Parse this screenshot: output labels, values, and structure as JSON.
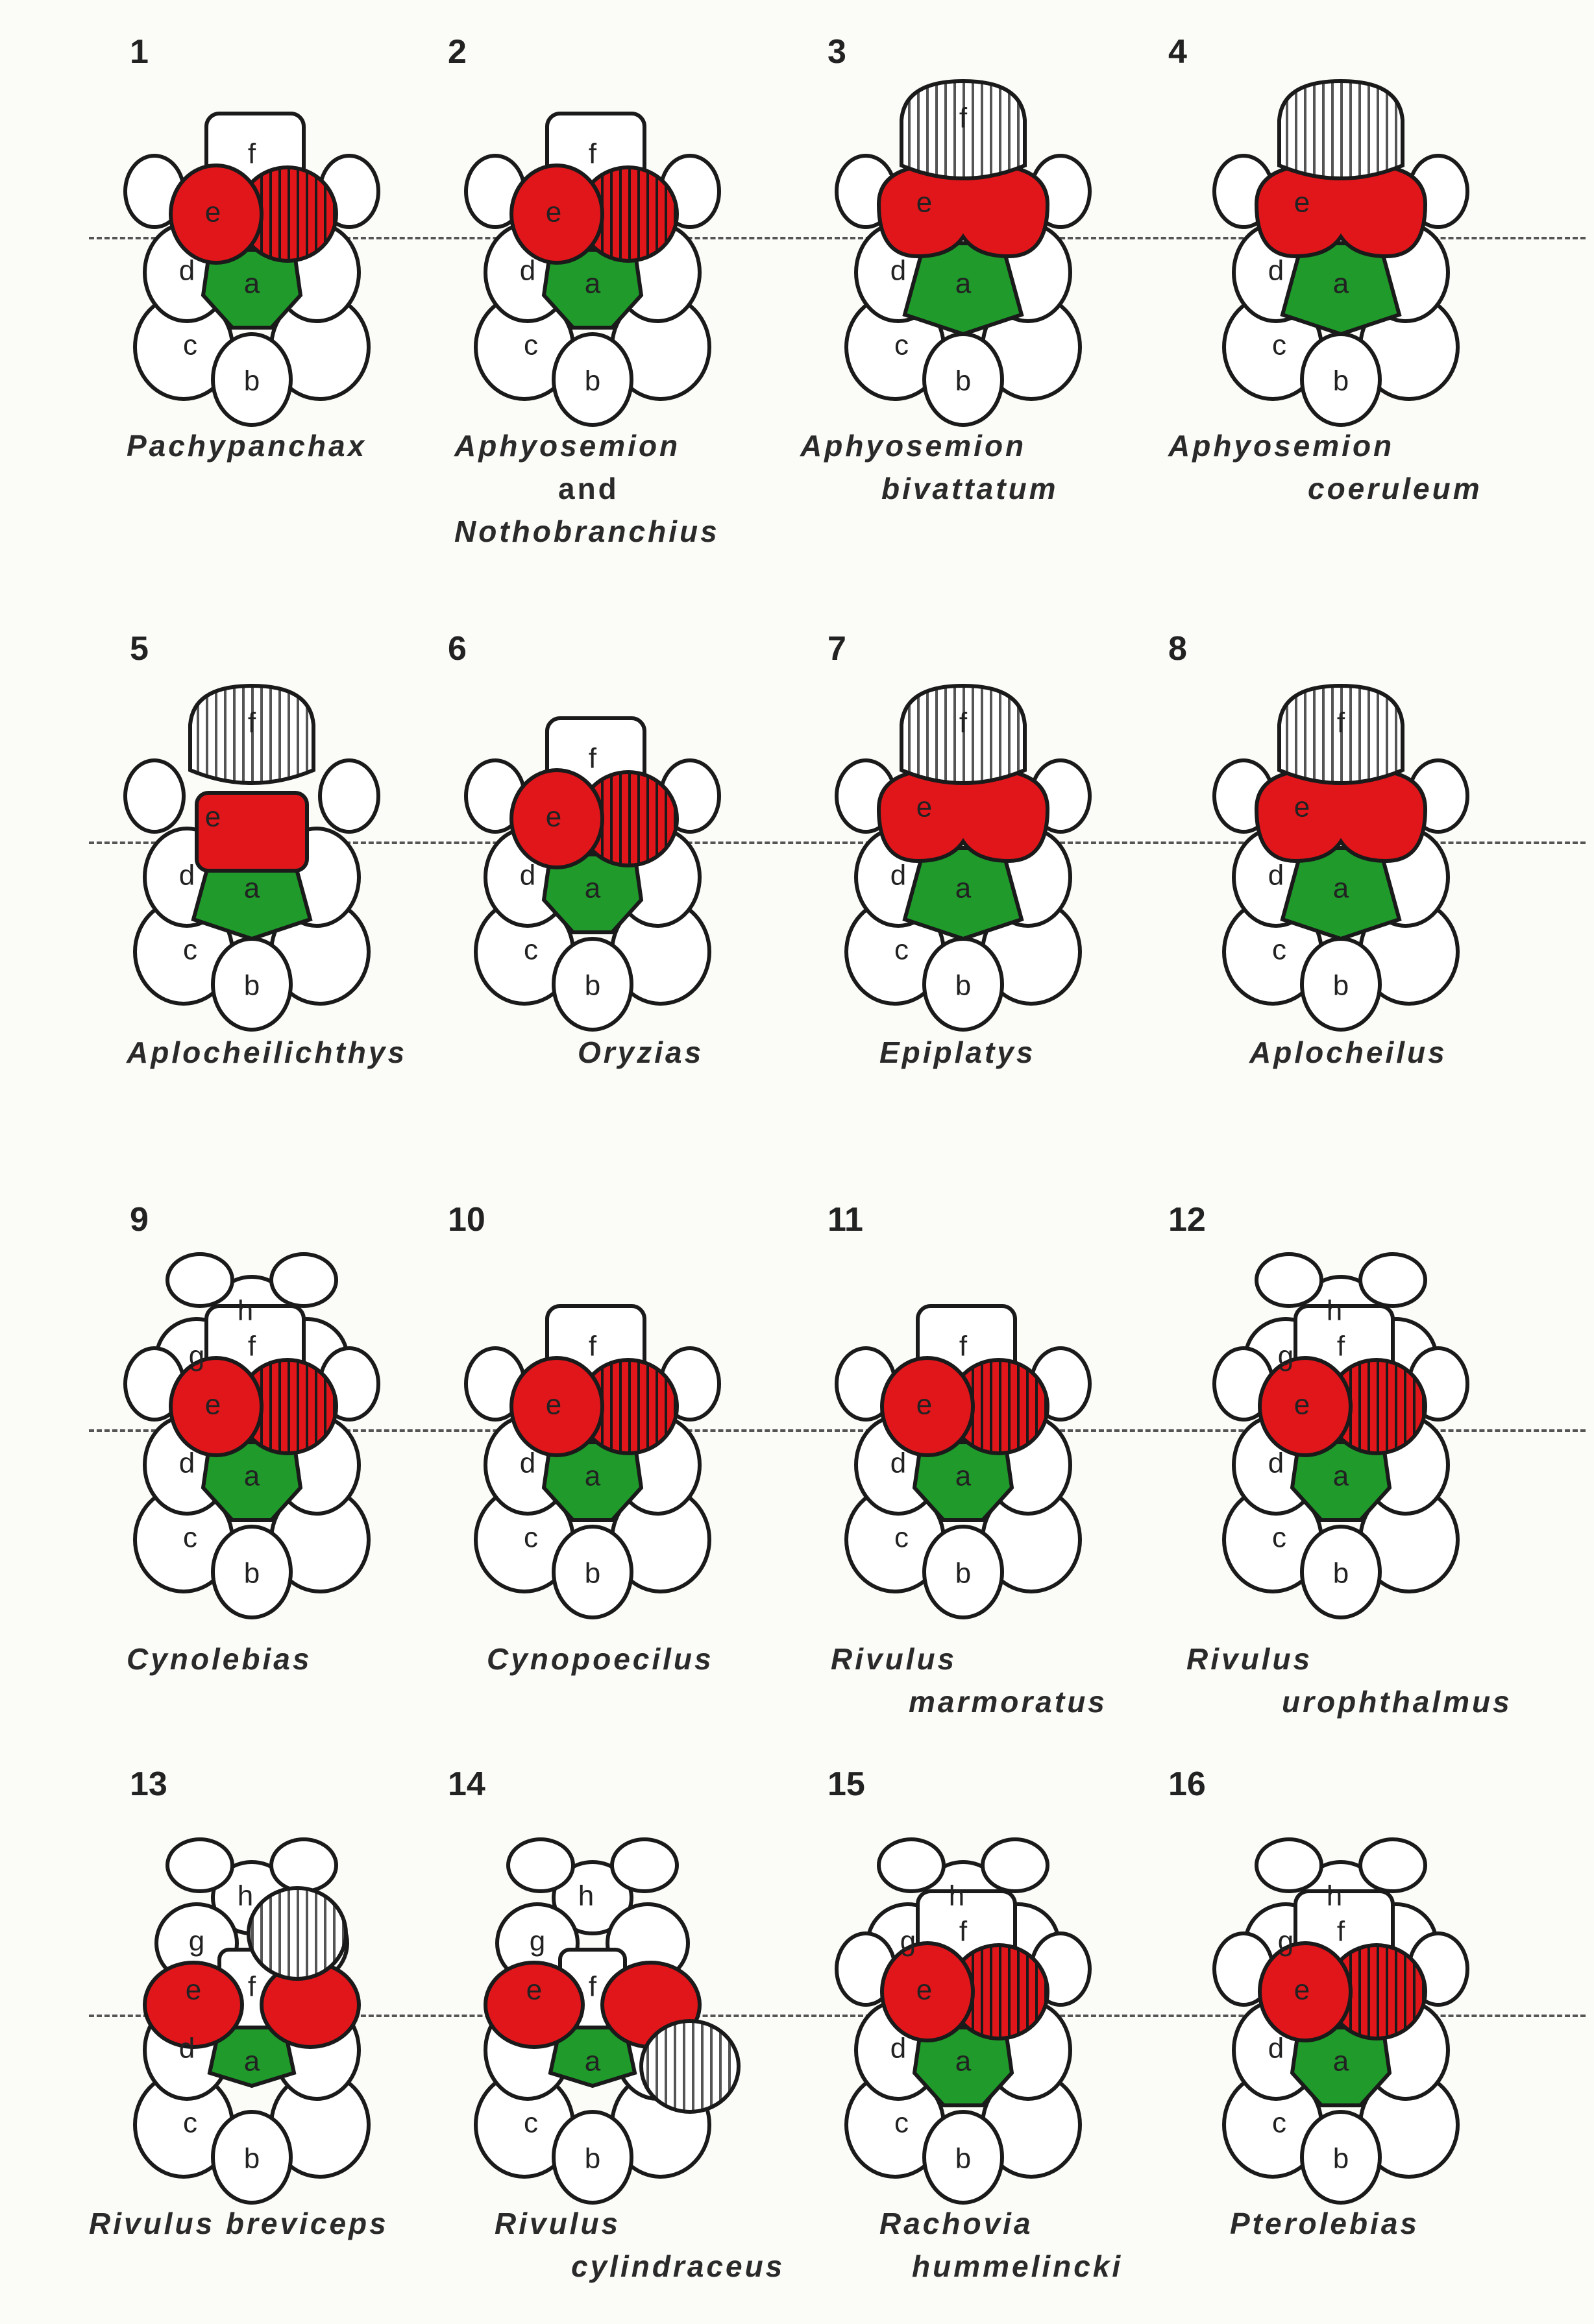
{
  "colors": {
    "red": "#e0161b",
    "green": "#1f9a2b",
    "outline": "#1a1a1a",
    "hatch_gray": "#9a9a9a"
  },
  "panels": [
    {
      "number": "1",
      "name": [
        "Pachypanchax"
      ],
      "letters": [
        "f",
        "e",
        "d",
        "a",
        "c",
        "b"
      ]
    },
    {
      "number": "2",
      "name": [
        "Aphyosemion",
        "and",
        "Nothobranchius"
      ],
      "letters": [
        "f",
        "e",
        "d",
        "a",
        "c",
        "b"
      ]
    },
    {
      "number": "3",
      "name": [
        "Aphyosemion",
        "bivattatum"
      ],
      "letters": [
        "f",
        "e",
        "d",
        "a",
        "c",
        "b"
      ]
    },
    {
      "number": "4",
      "name": [
        "Aphyosemion",
        "coeruleum"
      ],
      "letters": [
        "e",
        "d",
        "a",
        "c",
        "b"
      ]
    },
    {
      "number": "5",
      "name": [
        "Aplocheilichthys"
      ],
      "letters": [
        "f",
        "e",
        "d",
        "a",
        "c",
        "b"
      ]
    },
    {
      "number": "6",
      "name": [
        "Oryzias"
      ],
      "letters": [
        "f",
        "e",
        "d",
        "a",
        "c",
        "b"
      ]
    },
    {
      "number": "7",
      "name": [
        "Epiplatys"
      ],
      "letters": [
        "f",
        "e",
        "d",
        "a",
        "c",
        "b"
      ]
    },
    {
      "number": "8",
      "name": [
        "Aplocheilus"
      ],
      "letters": [
        "f",
        "e",
        "d",
        "a",
        "c",
        "b"
      ]
    },
    {
      "number": "9",
      "name": [
        "Cynolebias"
      ],
      "letters": [
        "h",
        "g",
        "f",
        "e",
        "d",
        "a",
        "c",
        "b"
      ]
    },
    {
      "number": "10",
      "name": [
        "Cynopoecilus"
      ],
      "letters": [
        "f",
        "e",
        "d",
        "a",
        "c",
        "b"
      ]
    },
    {
      "number": "11",
      "name": [
        "Rivulus",
        "marmoratus"
      ],
      "letters": [
        "f",
        "e",
        "d",
        "a",
        "c",
        "b"
      ]
    },
    {
      "number": "12",
      "name": [
        "Rivulus",
        "urophthalmus"
      ],
      "letters": [
        "h",
        "g",
        "f",
        "e",
        "d",
        "a",
        "c",
        "b"
      ]
    },
    {
      "number": "13",
      "name": [
        "Rivulus breviceps"
      ],
      "letters": [
        "h",
        "g",
        "f",
        "e",
        "d",
        "a",
        "c",
        "b"
      ]
    },
    {
      "number": "14",
      "name": [
        "Rivulus",
        "cylindraceus"
      ],
      "letters": [
        "h",
        "g",
        "f",
        "e",
        "a",
        "c",
        "b"
      ]
    },
    {
      "number": "15",
      "name": [
        "Rachovia",
        "hummelincki"
      ],
      "letters": [
        "h",
        "g",
        "f",
        "e",
        "d",
        "a",
        "c",
        "b"
      ]
    },
    {
      "number": "16",
      "name": [
        "Pterolebias"
      ],
      "letters": [
        "h",
        "g",
        "f",
        "e",
        "d",
        "a",
        "c",
        "b"
      ]
    }
  ]
}
